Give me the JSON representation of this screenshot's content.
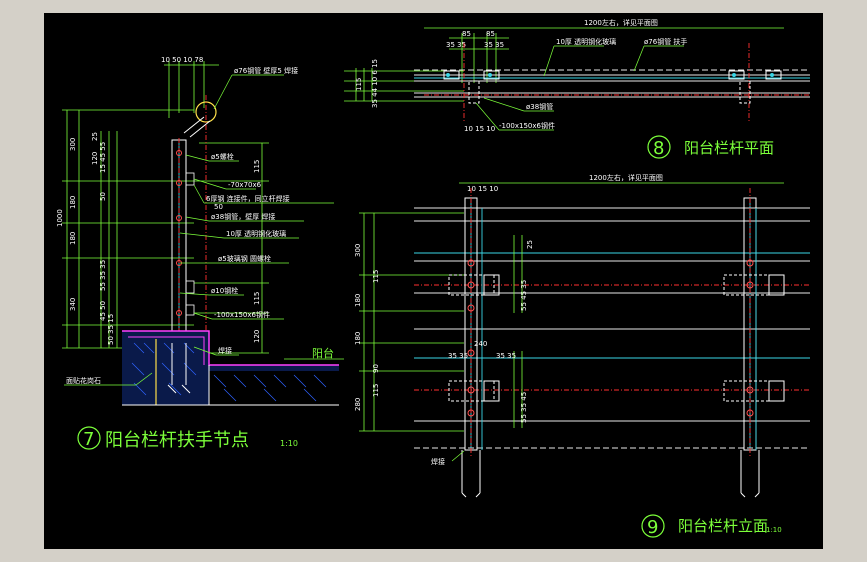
{
  "detail7": {
    "number": "7",
    "title": "阳台栏杆扶手节点",
    "scale": "1:10",
    "top_dims": "10 50 10 78",
    "notes": [
      "ø76钢管 壁厚5 焊接",
      "ø5螺栓",
      "-70x70x6",
      "6厚钢 连接件，同立杆焊接",
      "ø38钢管，壁厚 焊接",
      "10厚 透明钢化玻璃",
      "ø5玻璃钢 圆螺栓",
      "ø10钢栓",
      "-100x150x6钢件",
      "焊接",
      "阳台",
      "面贴花岗石"
    ],
    "left_dims": [
      "300",
      "25",
      "120",
      "15 45 55",
      "50",
      "180",
      "1000",
      "180",
      "340",
      "55 35 35",
      "45 50",
      "50 35 15"
    ],
    "right_dims": [
      "115",
      "50",
      "115",
      "120"
    ]
  },
  "detail8": {
    "number": "8",
    "title": "阳台栏杆平面",
    "top_note": "1200左右，详见平面图",
    "top_dims": [
      "85",
      "85",
      "35 35",
      "35 35"
    ],
    "notes": [
      "10厚 透明钢化玻璃",
      "ø76钢管 扶手",
      "ø38钢管",
      "-100x150x6钢件"
    ],
    "left_dims": [
      "115",
      "35 44 10 6 15"
    ],
    "bottom_dims": "10 15 10"
  },
  "detail9": {
    "number": "9",
    "title": "阳台栏杆立面",
    "scale": "1:10",
    "top_note": "1200左右，详见平面图",
    "top_dims": "10 15 10",
    "left_dims": [
      "300",
      "115",
      "180",
      "180",
      "115",
      "90",
      "280"
    ],
    "inner_dims": [
      "25",
      "55 45 35",
      "35 35",
      "35 35",
      "240",
      "55 35 45"
    ],
    "weld": "焊接"
  },
  "colors": {
    "background": "#000000",
    "dims": "#7CFF3A",
    "lines": "#e8e8e8",
    "axis": "#ff3030",
    "glass": "#3ad6e6",
    "coping": "#ff40ff"
  }
}
